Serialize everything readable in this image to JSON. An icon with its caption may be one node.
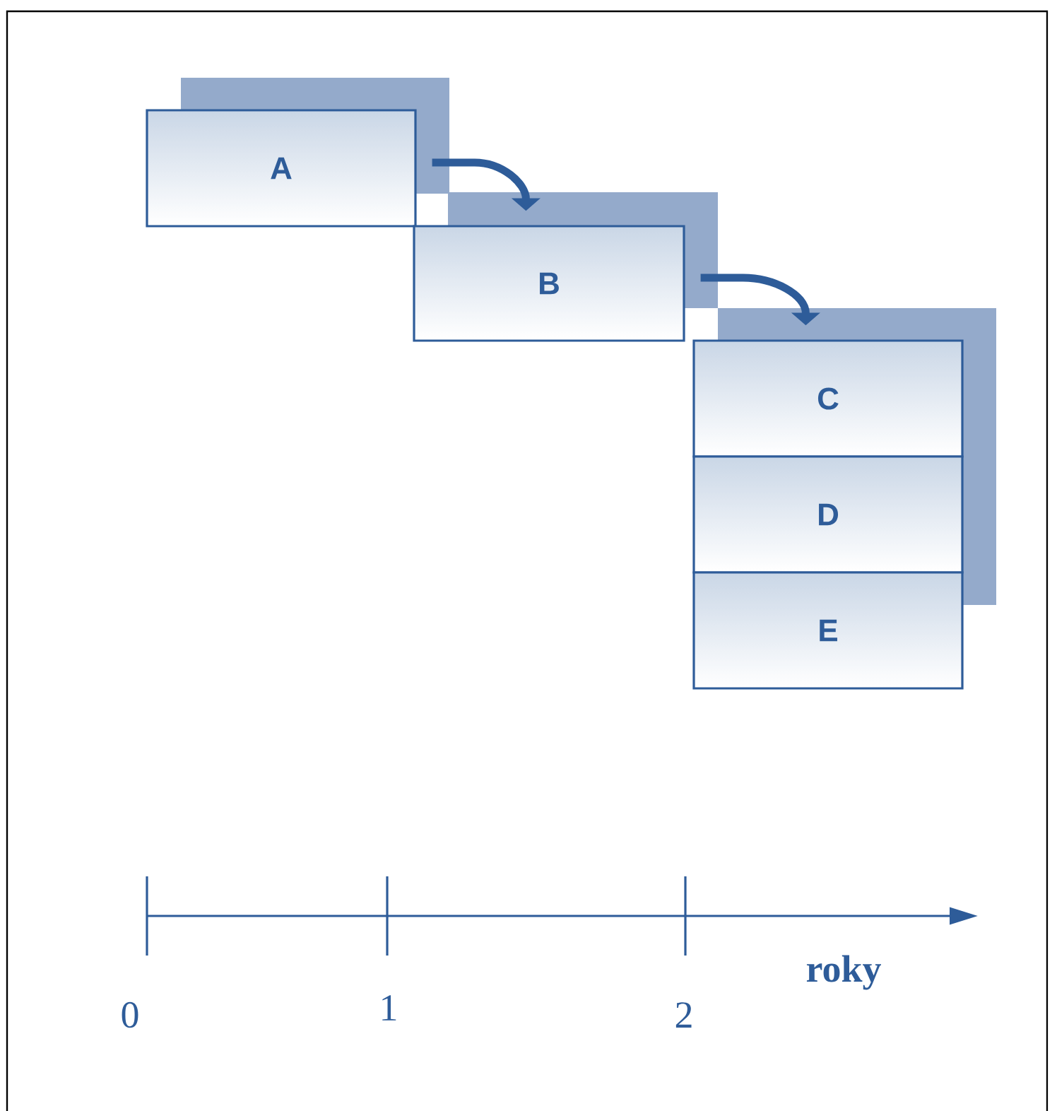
{
  "diagram": {
    "nodes": [
      {
        "text": [
          "A"
        ]
      },
      {
        "text": [
          "B"
        ]
      },
      {
        "text": [
          "C"
        ]
      },
      {
        "text": [
          "D"
        ]
      },
      {
        "text": [
          "E"
        ]
      }
    ],
    "edges": [
      {
        "from": 0,
        "to": 1,
        "arrow": "to"
      },
      {
        "from": 1,
        "to": 2,
        "arrow": "to"
      }
    ],
    "labels": [
      "0",
      "1",
      "2",
      "roky"
    ]
  }
}
